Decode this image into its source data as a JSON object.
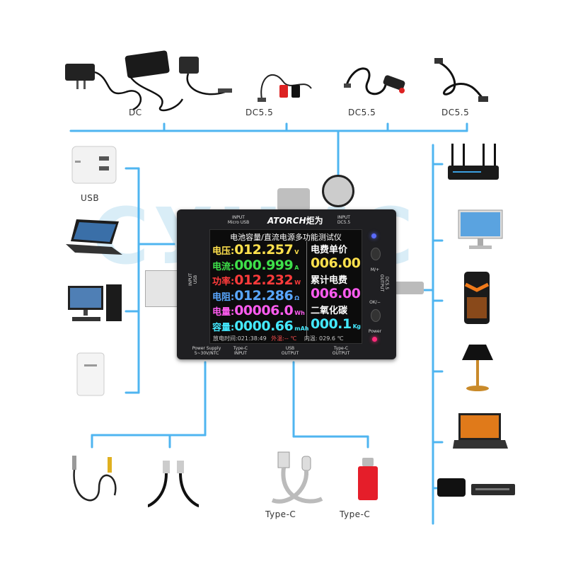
{
  "watermark": "СУНИС",
  "top_labels": [
    "DC",
    "DC5.5",
    "DC5.5",
    "DC5.5"
  ],
  "left_labels": {
    "usb": "USB"
  },
  "bottom_labels": {
    "typec_left": "Type-C",
    "typec_right": "Type-C"
  },
  "device": {
    "brand": "ATORCH",
    "brand_cn": "炬为",
    "port_micro_usb": "INPUT\nMicro USB",
    "port_dc55_input": "INPUT\nDC5.5",
    "port_usb_input": "INPUT\nUSB",
    "port_dc55_output": "DC5.5\nOUTPUT",
    "btn_mplus": "M/+",
    "btn_ok": "OK/−",
    "power_label": "Power",
    "bottom_ports": [
      "Power Supply\n5~30V/NTC",
      "Type-C\nINPUT",
      "USB\nOUTPUT",
      "Type-C\nOUTPUT"
    ]
  },
  "screen": {
    "title": "电池容量/直流电源多功能测试仪",
    "rows": [
      {
        "key": "电压",
        "value": "012.257",
        "unit": "V",
        "color": "#ffe14d"
      },
      {
        "key": "电流",
        "value": "000.999",
        "unit": "A",
        "color": "#3ee04a"
      },
      {
        "key": "功率",
        "value": "012.232",
        "unit": "W",
        "color": "#ff3b3b"
      },
      {
        "key": "电阻",
        "value": "012.286",
        "unit": "Ω",
        "color": "#59a7ff"
      },
      {
        "key": "电量",
        "value": "00006.0",
        "unit": "Wh",
        "color": "#ff5cf0"
      },
      {
        "key": "容量",
        "value": "0000.66",
        "unit": "mAh",
        "color": "#44e9ff"
      }
    ],
    "right": [
      {
        "key": "电费单价",
        "value": "006.00",
        "color": "#ffe14d"
      },
      {
        "key": "累计电费",
        "value": "006.00",
        "color": "#ff5cf0"
      },
      {
        "key": "二氧化碳",
        "value": "000.1",
        "unit": "Kg",
        "color": "#44e9ff"
      }
    ],
    "footer_left": "放电时间:021:38:49",
    "footer_mid": "外温:-- ℃",
    "footer_right": "内温: 029.6 ℃"
  },
  "colors": {
    "line": "#4fb5f0"
  }
}
